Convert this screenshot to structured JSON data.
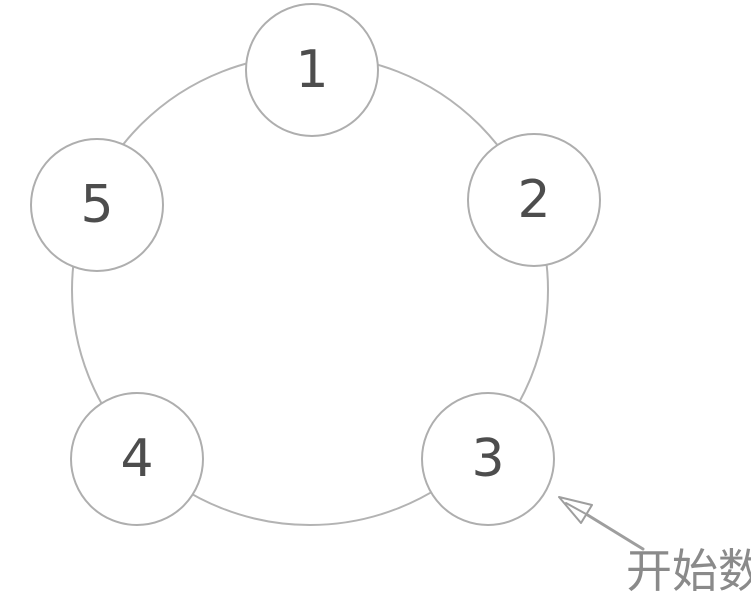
{
  "diagram": {
    "type": "circular-counting-ring",
    "nodes": [
      {
        "label": "1"
      },
      {
        "label": "2"
      },
      {
        "label": "3"
      },
      {
        "label": "4"
      },
      {
        "label": "5"
      }
    ],
    "colors": {
      "background": "#ffffff",
      "ring_stroke": "#b3b3b3",
      "node_stroke": "#aeaeae",
      "node_fill": "#ffffff",
      "number_text": "#4d4d4d",
      "arrow": "#9e9e9e",
      "annotation_text": "#8a8a8a"
    }
  },
  "annotation": {
    "label": "开始数",
    "target_node": "3",
    "arrow_icon": "arrow-pointing-up-left"
  }
}
